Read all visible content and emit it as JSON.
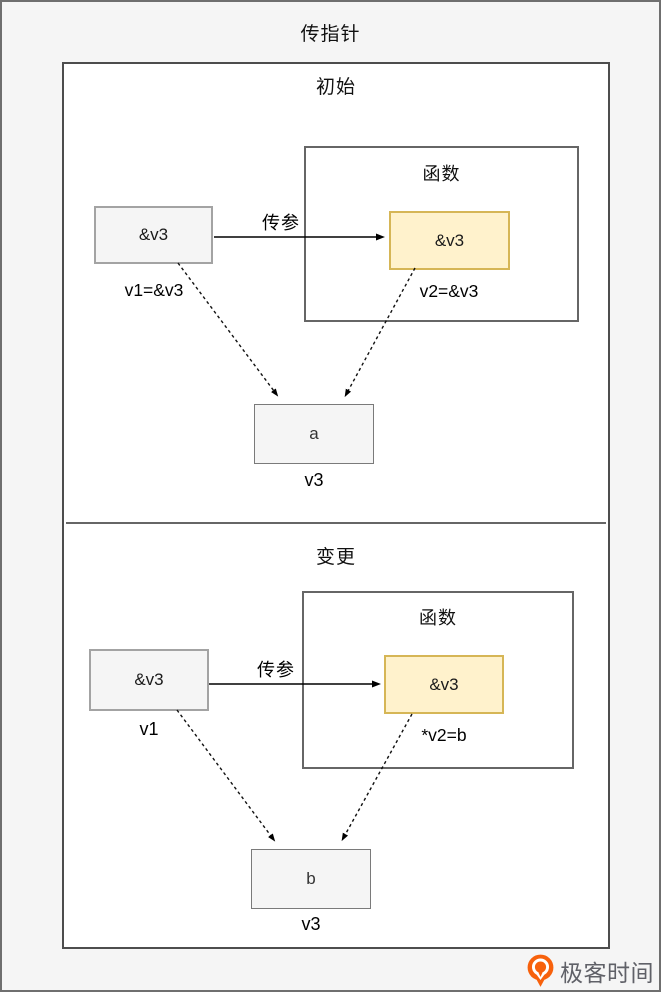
{
  "page": {
    "title": "传指针"
  },
  "sections": [
    {
      "title": "初始",
      "source_box": {
        "label": "&v3",
        "caption": "v1=&v3"
      },
      "arrow_label": "传参",
      "function_box": {
        "title": "函数",
        "param_box": {
          "label": "&v3",
          "caption": "v2=&v3"
        }
      },
      "memory_box": {
        "label": "a",
        "caption": "v3"
      }
    },
    {
      "title": "变更",
      "source_box": {
        "label": "&v3",
        "caption": "v1"
      },
      "arrow_label": "传参",
      "function_box": {
        "title": "函数",
        "param_box": {
          "label": "&v3",
          "caption": "*v2=b"
        }
      },
      "memory_box": {
        "label": "b",
        "caption": "v3"
      }
    }
  ],
  "logo": {
    "text": "极客时间",
    "icon": "geektime-circle-arrow-icon",
    "orange": "#f7610c",
    "text_color": "#606168"
  },
  "colors": {
    "page_background": "#f5f5f5",
    "panel_background": "#ffffff",
    "param_fill": "#fff2cc",
    "param_border": "#d6b656",
    "box_fill": "#f5f5f5",
    "line_color": "#000000"
  }
}
